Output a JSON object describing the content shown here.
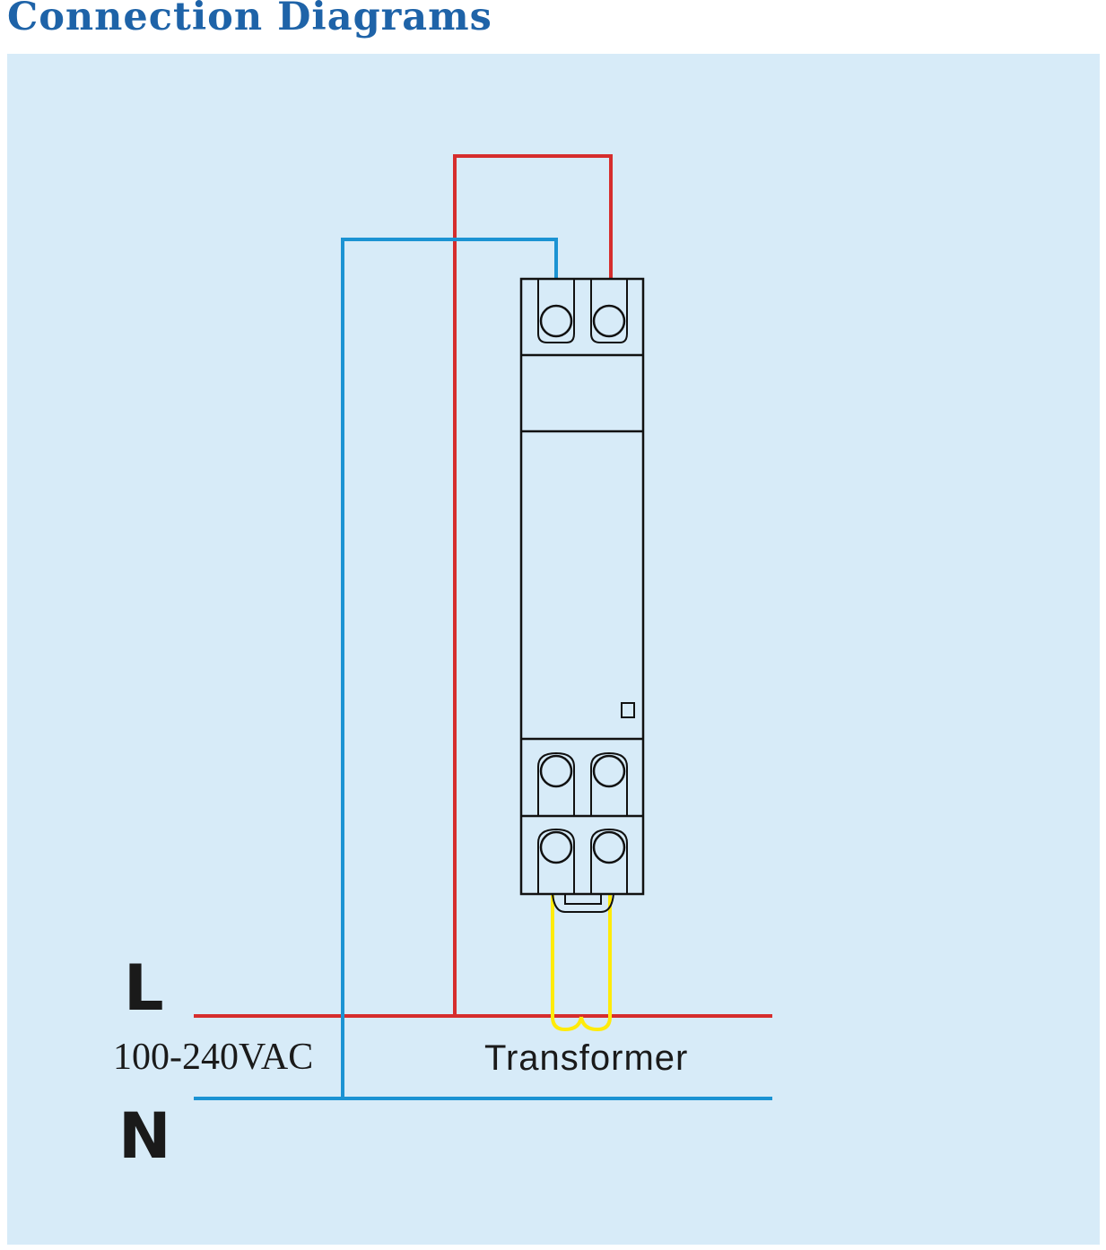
{
  "title": "Connection Diagrams",
  "labels": {
    "line": "L",
    "neutral": "N",
    "voltage": "100-240VAC",
    "transformer": "Transformer"
  },
  "colors": {
    "title": "#1e63a8",
    "background_panel": "#d7ebf8",
    "live_wire": "#d62d2d",
    "neutral_wire": "#1b93d3",
    "transformer_wire": "#ffeb0a",
    "device_outline": "#111111"
  }
}
